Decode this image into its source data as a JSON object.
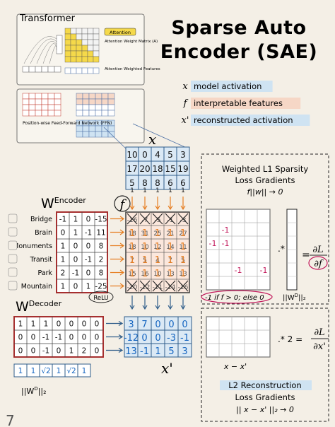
{
  "title": {
    "line1": "Sparse Auto",
    "line2": "Encoder (SAE)"
  },
  "transformer": {
    "label": "Transformer",
    "attention_badge": "Attention",
    "attention_weight": "Attention Weight Matrix (A)",
    "attention_weighted": "Attention Weighted Features",
    "ffn_label": "Position-wise Feed-Forward Network (FFN)"
  },
  "legend": [
    {
      "var": "x",
      "text": "model activation",
      "color": "#cfe3f2"
    },
    {
      "var": "f",
      "text": "interpretable features",
      "color": "#f6d7c6"
    },
    {
      "var": "x'",
      "text": "reconstructed activation",
      "color": "#cfe3f2"
    }
  ],
  "x_label": "x",
  "x_matrix": [
    [
      "10",
      "0",
      "4",
      "5",
      "3"
    ],
    [
      "17",
      "20",
      "18",
      "15",
      "19"
    ],
    [
      "5",
      "8",
      "8",
      "6",
      "6"
    ]
  ],
  "encoder": {
    "label": "W",
    "sup": "Encoder",
    "rows": [
      {
        "name": "Bridge",
        "values": [
          "-1",
          "1",
          "0",
          "-15"
        ]
      },
      {
        "name": "Brain",
        "values": [
          "0",
          "1",
          "-1",
          "11"
        ]
      },
      {
        "name": "Monuments",
        "values": [
          "1",
          "0",
          "0",
          "8"
        ]
      },
      {
        "name": "Transit",
        "values": [
          "1",
          "0",
          "-1",
          "2"
        ]
      },
      {
        "name": "Park",
        "values": [
          "2",
          "-1",
          "0",
          "8"
        ]
      },
      {
        "name": "Mountain",
        "values": [
          "1",
          "0",
          "1",
          "-25"
        ]
      }
    ],
    "relu": "ReLU",
    "ones": [
      "1",
      "1",
      "1",
      "1",
      "1"
    ]
  },
  "f_label": "f",
  "f_matrix": [
    [
      "-16",
      "-7",
      "-5",
      "-1",
      "-3"
    ],
    [
      "18",
      "31",
      "25",
      "21",
      "27"
    ],
    [
      "18",
      "10",
      "12",
      "14",
      "11"
    ],
    [
      "7",
      "5",
      "4",
      "7",
      "5"
    ],
    [
      "15",
      "16",
      "10",
      "13",
      "13"
    ],
    [
      "-20",
      "-12",
      "-11",
      "-14",
      "-16"
    ]
  ],
  "f_relu": [
    [
      "0",
      "0",
      "0",
      "0",
      "0"
    ],
    [
      "1",
      "1",
      "1",
      "1",
      "1"
    ],
    [
      "1",
      "1",
      "1",
      "1",
      "1"
    ],
    [
      "1",
      "1",
      "1",
      "1",
      "1"
    ],
    [
      "1",
      "1",
      "1",
      "1",
      "1"
    ],
    [
      "0",
      "0",
      "0",
      "0",
      "0"
    ]
  ],
  "decoder": {
    "label": "W",
    "sup": "Decoder",
    "rows": [
      [
        "1",
        "1",
        "1",
        "0",
        "0",
        "0",
        "0"
      ],
      [
        "0",
        "0",
        "-1",
        "-1",
        "0",
        "0",
        "0"
      ],
      [
        "0",
        "0",
        "-1",
        "0",
        "1",
        "2",
        "0"
      ]
    ],
    "norm_row": [
      "1",
      "1",
      "√2",
      "1",
      "√2",
      "1"
    ],
    "norm_label": "||W",
    "norm_sup": "D",
    "norm_sub": "||₂"
  },
  "xprime_matrix": [
    [
      "3",
      "7",
      "0",
      "0",
      "0"
    ],
    [
      "-12",
      "0",
      "0",
      "-3",
      "-1"
    ],
    [
      "13",
      "-1",
      "1",
      "5",
      "3"
    ]
  ],
  "xprime_label": "x'",
  "sparsity": {
    "title1": "Weighted L1 Sparsity",
    "title2": "Loss Gradients",
    "formula": "f||w|| → 0",
    "deriv": "∂L",
    "deriv_den": "∂f",
    "legend": "-1 if f > 0; else 0",
    "norm": "||W",
    "norm_sup": "D",
    "norm_sub": "||₂",
    "grid": [
      [
        "",
        "",
        "",
        "",
        ""
      ],
      [
        "",
        "-1",
        "",
        "",
        ""
      ],
      [
        "-1",
        "-1",
        "",
        "",
        ""
      ],
      [
        "",
        "",
        "",
        "",
        ""
      ],
      [
        "",
        "",
        "-1",
        "",
        "-1"
      ],
      [
        "",
        "",
        "",
        "",
        ""
      ]
    ]
  },
  "recon": {
    "diff": "x − x'",
    "mult": ".* 2 =",
    "deriv": "∂L",
    "deriv_den": "∂x'",
    "title1": "L2 Reconstruction",
    "title2": "Loss Gradients",
    "formula": "|| x − x' ||₂ → 0"
  },
  "page_number": "7"
}
